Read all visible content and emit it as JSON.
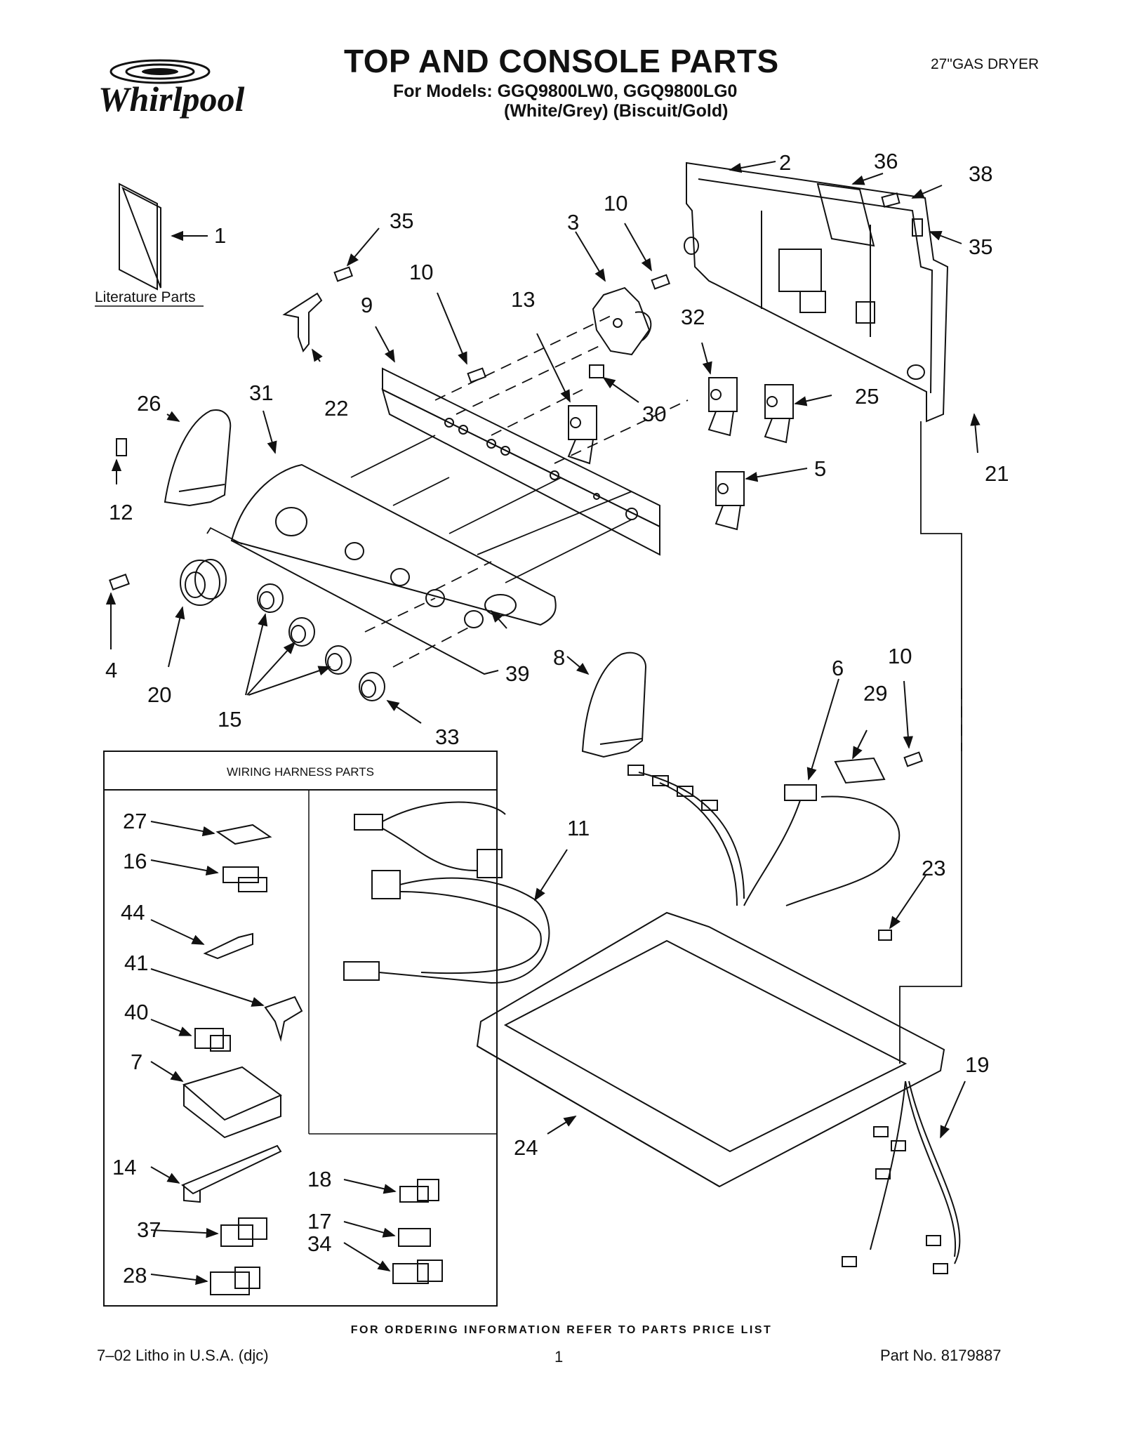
{
  "header": {
    "brand": "Whirlpool",
    "title": "TOP AND CONSOLE PARTS",
    "models_line": "For Models: GGQ9800LW0, GGQ9800LG0",
    "colors_line": "(White/Grey)  (Biscuit/Gold)",
    "product": "27\"GAS DRYER"
  },
  "diagram": {
    "literature_label": "Literature Parts",
    "wiring_box_title": "WIRING HARNESS PARTS",
    "callouts": {
      "c1": "1",
      "c2": "2",
      "c3": "3",
      "c4": "4",
      "c5": "5",
      "c6": "6",
      "c7": "7",
      "c8": "8",
      "c9": "9",
      "c10a": "10",
      "c10b": "10",
      "c10c": "10",
      "c11": "11",
      "c12": "12",
      "c13": "13",
      "c14": "14",
      "c15": "15",
      "c16": "16",
      "c17": "17",
      "c18": "18",
      "c19": "19",
      "c20": "20",
      "c21": "21",
      "c22": "22",
      "c23": "23",
      "c24": "24",
      "c25": "25",
      "c26": "26",
      "c27": "27",
      "c28": "28",
      "c29": "29",
      "c30": "30",
      "c31": "31",
      "c32": "32",
      "c33": "33",
      "c34": "34",
      "c35a": "35",
      "c35b": "35",
      "c36": "36",
      "c37": "37",
      "c38": "38",
      "c39": "39",
      "c40": "40",
      "c41": "41",
      "c44": "44"
    }
  },
  "footer": {
    "order_note": "FOR ORDERING INFORMATION REFER TO PARTS PRICE LIST",
    "litho": "7–02 Litho in U.S.A. (djc)",
    "page": "1",
    "part_no": "Part No. 8179887"
  }
}
